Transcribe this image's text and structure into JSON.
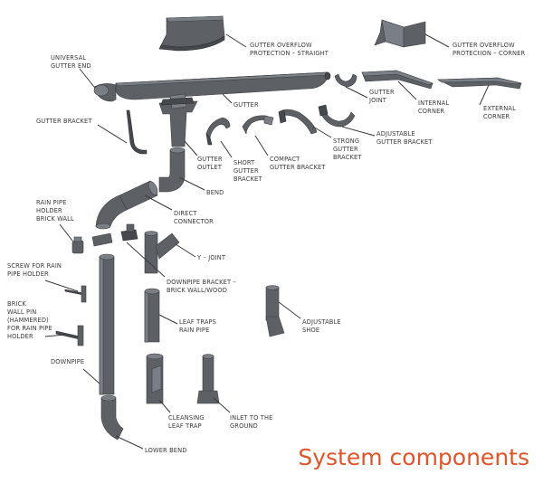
{
  "title": "System components",
  "accent_color": "#e2542a",
  "part_color": "#5d6166",
  "labels": {
    "overflow_straight": [
      "GUTTER OVERFLOW",
      "PROTECTION – STRAIGHT"
    ],
    "overflow_corner": [
      "GUTTER OVERFLOW",
      "PROTECtION – CORNER"
    ],
    "universal_gutter_end": [
      "UNIVERSAL",
      "GUTTER END"
    ],
    "gutter": [
      "GUTTER"
    ],
    "gutter_joint": [
      "GUTTER",
      "JOINT"
    ],
    "internal_corner": [
      "INTERNAL",
      "CORNER"
    ],
    "external_corner": [
      "EXTERNAL",
      "CORNER"
    ],
    "gutter_bracket": [
      "GUTTER BRACKET"
    ],
    "gutter_outlet": [
      "GUTTER",
      "OUTLET"
    ],
    "short_gutter_bracket": [
      "SHORT",
      "GUTTER",
      "BRACKET"
    ],
    "compact_gutter_bracket": [
      "COMPACT",
      "GUTTER BRACKET"
    ],
    "strong_gutter_bracket": [
      "STRONG",
      "GUTTER",
      "BRACKET"
    ],
    "adjustable_gutter_bracket": [
      "ADJUSTABLE",
      "GUTTER BRACKET"
    ],
    "bend": [
      "BEND"
    ],
    "direct_connector": [
      "DIRECT",
      "CONNECTOR"
    ],
    "rain_pipe_holder": [
      "RAIN PIPE",
      "HOLDER",
      "BRICK WALL"
    ],
    "y_joint": [
      "Y – JOINT"
    ],
    "screw_rain_pipe_holder": [
      "SCREW FOR RAIN",
      "PIPE HOLDER"
    ],
    "downpipe_bracket": [
      "DOWNPIPE BRACKET –",
      "BRICK WALL/WOOD"
    ],
    "brick_wall_pin": [
      "BRICK",
      "WALL PIN",
      "(HAMMERED)",
      "FOR RAIN PIPE",
      "HOLDER"
    ],
    "leaf_traps": [
      "LEAF TRAPS",
      "RAIN PIPE"
    ],
    "adjustable_shoe": [
      "ADJUSTABLE",
      "SHOE"
    ],
    "downpipe": [
      "DOWNPIPE"
    ],
    "cleansing_leaf_trap": [
      "CLEANSING",
      "LEAF TRAP"
    ],
    "inlet_ground": [
      "INLET TO THE",
      "GROUND"
    ],
    "lower_bend": [
      "LOWER BEND"
    ]
  }
}
